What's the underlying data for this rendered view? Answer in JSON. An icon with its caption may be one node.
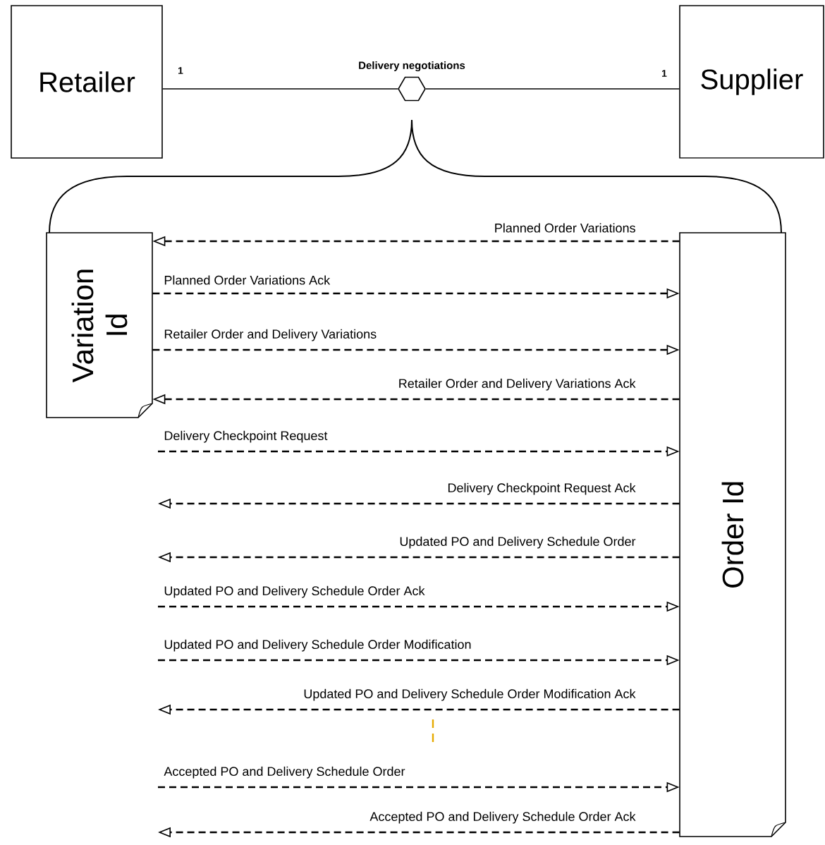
{
  "diagram": {
    "nodes": [
      {
        "text": [
          "Retailer"
        ]
      },
      {
        "text": [
          "Supplier"
        ]
      },
      {
        "text": [],
        "shape": "hexagon",
        "beside": [
          "Delivery negotiations"
        ]
      },
      {
        "text": [
          "Variation Id"
        ]
      },
      {
        "text": [
          "Order Id"
        ]
      }
    ],
    "edges": [
      {
        "from": 0,
        "to": 2,
        "arrow": "none"
      },
      {
        "from": 2,
        "to": 1,
        "arrow": "none"
      },
      {
        "from": 4,
        "to": 3,
        "arrow": "to",
        "label": "Planned Order Variations",
        "style": "dashed"
      },
      {
        "from": 3,
        "to": 4,
        "arrow": "to",
        "label": "Planned Order Variations Ack",
        "style": "dashed"
      },
      {
        "from": 3,
        "to": 4,
        "arrow": "to",
        "label": "Retailer Order and Delivery Variations",
        "style": "dashed"
      },
      {
        "from": 4,
        "to": 3,
        "arrow": "to",
        "label": "Retailer Order and Delivery Variations Ack",
        "style": "dashed"
      },
      {
        "from": null,
        "to": 4,
        "arrow": "to",
        "label": "Delivery Checkpoint Request",
        "style": "dashed"
      },
      {
        "from": 4,
        "to": null,
        "arrow": "to",
        "label": "Delivery Checkpoint Request Ack",
        "style": "dashed"
      },
      {
        "from": 4,
        "to": null,
        "arrow": "to",
        "label": "Updated PO and Delivery Schedule Order",
        "style": "dashed"
      },
      {
        "from": null,
        "to": 4,
        "arrow": "to",
        "label": "Updated PO and Delivery Schedule Order Ack",
        "style": "dashed"
      },
      {
        "from": null,
        "to": 4,
        "arrow": "to",
        "label": "Updated PO and Delivery Schedule Order Modification",
        "style": "dashed"
      },
      {
        "from": 4,
        "to": null,
        "arrow": "to",
        "label": "Updated PO and Delivery Schedule Order Modification Ack",
        "style": "dashed"
      },
      {
        "from": null,
        "to": 4,
        "arrow": "to",
        "label": "Accepted PO and Delivery Schedule Order",
        "style": "dashed"
      },
      {
        "from": 4,
        "to": null,
        "arrow": "to",
        "label": "Accepted PO and Delivery Schedule Order Ack",
        "style": "dashed"
      }
    ],
    "labels": [
      "1",
      "1"
    ]
  }
}
